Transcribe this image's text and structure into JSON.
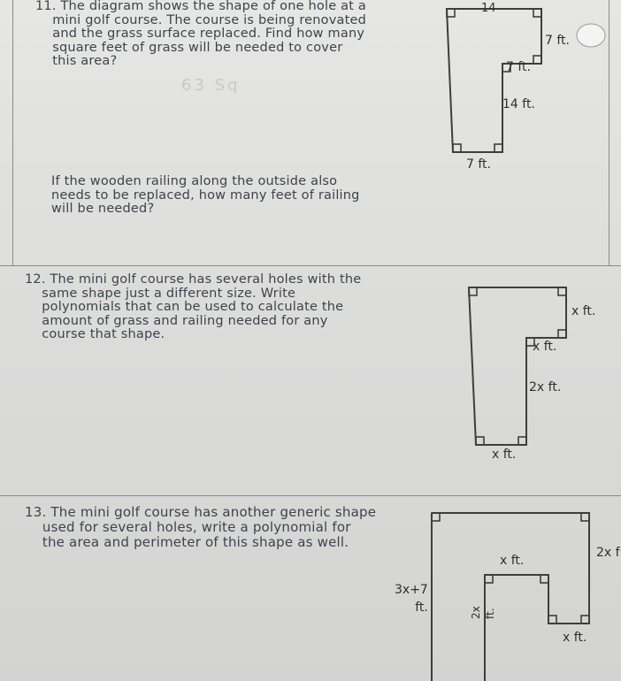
{
  "q11": {
    "question": "11. The diagram shows the shape of one hole at a\n    mini golf course. The course is being renovated\n    and the grass surface replaced. Find how many\n    square feet of grass will be needed to cover\n    this area?",
    "faint_answer": "63 Sq",
    "followup": "If the wooden railing along the outside also\nneeds to be replaced, how many feet of railing\nwill be needed?",
    "labels": {
      "top": "14",
      "right_top": "7 ft.",
      "inner_step": "7 ft.",
      "inner_vertical": "14 ft.",
      "bottom": "7 ft."
    }
  },
  "q12": {
    "question": "12. The mini golf course has several holes with the\n    same shape just a different size. Write\n    polynomials that can be used to calculate the\n    amount of grass and railing needed for any\n    course that shape.",
    "labels": {
      "right_top": "x ft.",
      "inner_step": "x ft.",
      "inner_vertical": "2x ft.",
      "bottom": "x ft."
    }
  },
  "q13": {
    "question": "13. The mini golf course has another generic shape\n    used for several holes, write a polynomial for\n    the area and perimeter of this shape as well.",
    "labels": {
      "left_side": "3x+7\nft.",
      "inner_top": "x ft.",
      "inner_left": "2x\nft.",
      "bottom_right": "x ft.",
      "right_side": "2x f"
    }
  }
}
